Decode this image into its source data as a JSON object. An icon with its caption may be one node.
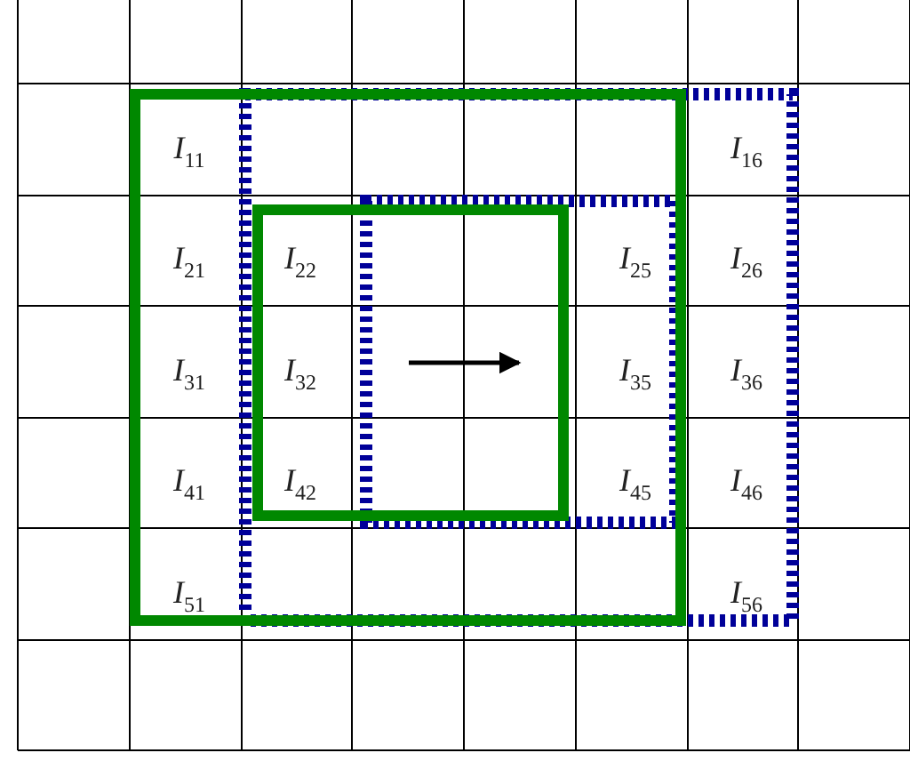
{
  "diagram": {
    "labels": [
      "I$_{11}$",
      "I$_{16}$",
      "I$_{21}$",
      "I$_{22}$",
      "I$_{25}$",
      "I$_{26}$",
      "I$_{31}$",
      "I$_{32}$",
      "I$_{35}$",
      "I$_{36}$",
      "I$_{41}$",
      "I$_{42}$",
      "I$_{45}$",
      "I$_{46}$",
      "I$_{51}$",
      "I$_{56}$"
    ]
  }
}
